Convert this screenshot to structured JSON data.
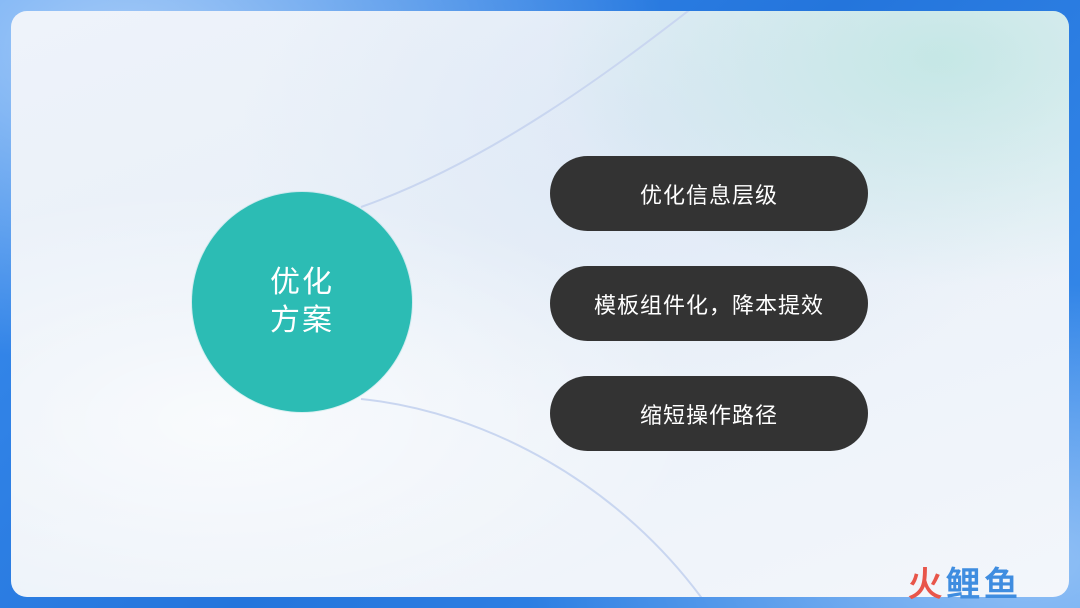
{
  "hub": {
    "label": "优化方案",
    "color": "#2cbcb4"
  },
  "items": [
    {
      "label": "优化信息层级"
    },
    {
      "label": "模板组件化，降本提效"
    },
    {
      "label": "缩短操作路径"
    }
  ],
  "pill_color": "#333333",
  "frame_color": "#2a7fe0",
  "watermark": {
    "text": "火鲤鱼",
    "colors": [
      "#e8554a",
      "#3f8de0"
    ]
  }
}
